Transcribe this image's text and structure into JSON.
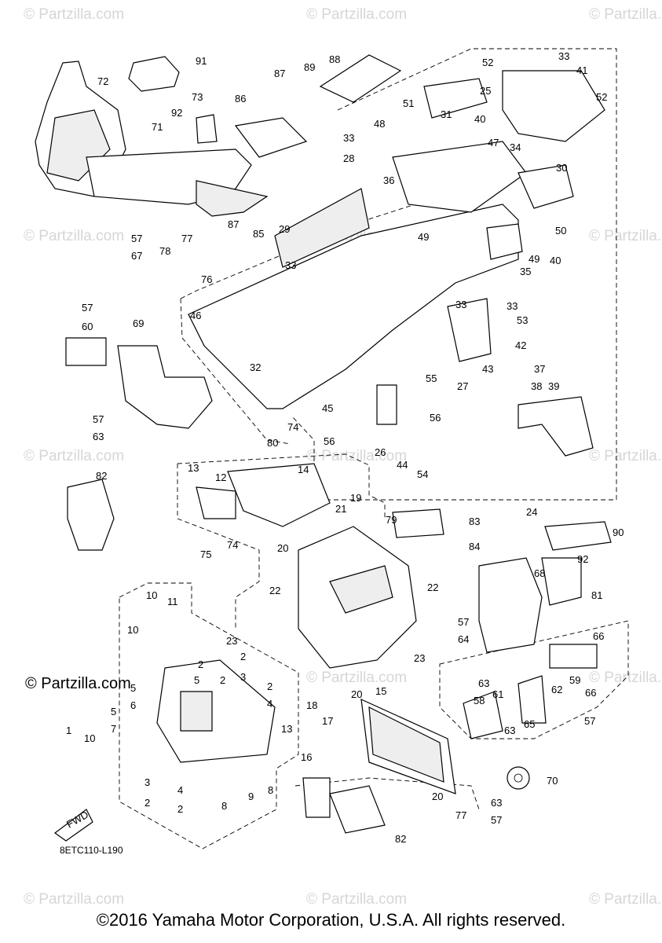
{
  "watermark": "© Partzilla.com",
  "brand_watermark": "© Partzilla.com",
  "diagram_code": "8ETC110-L190",
  "fwd_label": "FWD",
  "copyright": "©2016 Yamaha Motor Corporation, U.S.A. All rights reserved.",
  "callouts": {
    "c1": "1",
    "c2a": "2",
    "c2b": "2",
    "c2c": "2",
    "c2d": "2",
    "c2e": "2",
    "c2f": "2",
    "c3a": "3",
    "c3b": "3",
    "c4a": "4",
    "c4b": "4",
    "c5a": "5",
    "c5b": "5",
    "c5c": "5",
    "c6": "6",
    "c7": "7",
    "c8a": "8",
    "c8b": "8",
    "c9": "9",
    "c10a": "10",
    "c10b": "10",
    "c10c": "10",
    "c11": "11",
    "c12": "12",
    "c13a": "13",
    "c13b": "13",
    "c14": "14",
    "c15": "15",
    "c16": "16",
    "c17": "17",
    "c18": "18",
    "c19": "19",
    "c20a": "20",
    "c20b": "20",
    "c20c": "20",
    "c21": "21",
    "c22a": "22",
    "c22b": "22",
    "c23a": "23",
    "c23b": "23",
    "c24": "24",
    "c25": "25",
    "c26": "26",
    "c27": "27",
    "c28": "28",
    "c29": "29",
    "c30": "30",
    "c31": "31",
    "c32": "32",
    "c33a": "33",
    "c33b": "33",
    "c33c": "33",
    "c33d": "33",
    "c33e": "33",
    "c34": "34",
    "c35": "35",
    "c36": "36",
    "c37": "37",
    "c38": "38",
    "c39": "39",
    "c40a": "40",
    "c40b": "40",
    "c41": "41",
    "c42": "42",
    "c43": "43",
    "c44": "44",
    "c45": "45",
    "c46": "46",
    "c47": "47",
    "c48": "48",
    "c49a": "49",
    "c49b": "49",
    "c50": "50",
    "c51": "51",
    "c52a": "52",
    "c52b": "52",
    "c53": "53",
    "c54": "54",
    "c55": "55",
    "c56a": "56",
    "c56b": "56",
    "c57a": "57",
    "c57b": "57",
    "c57c": "57",
    "c57d": "57",
    "c57e": "57",
    "c57f": "57",
    "c58": "58",
    "c59": "59",
    "c60": "60",
    "c61": "61",
    "c62": "62",
    "c63a": "63",
    "c63b": "63",
    "c63c": "63",
    "c63d": "63",
    "c64": "64",
    "c65": "65",
    "c66a": "66",
    "c66b": "66",
    "c67": "67",
    "c68": "68",
    "c69": "69",
    "c70": "70",
    "c71": "71",
    "c72": "72",
    "c73": "73",
    "c74a": "74",
    "c74b": "74",
    "c75": "75",
    "c76": "76",
    "c77a": "77",
    "c77b": "77",
    "c78": "78",
    "c79": "79",
    "c80": "80",
    "c81": "81",
    "c82a": "82",
    "c82b": "82",
    "c83": "83",
    "c84": "84",
    "c85": "85",
    "c86": "86",
    "c87a": "87",
    "c87b": "87",
    "c88": "88",
    "c89": "89",
    "c90": "90",
    "c91": "91",
    "c92a": "92",
    "c92b": "92"
  }
}
